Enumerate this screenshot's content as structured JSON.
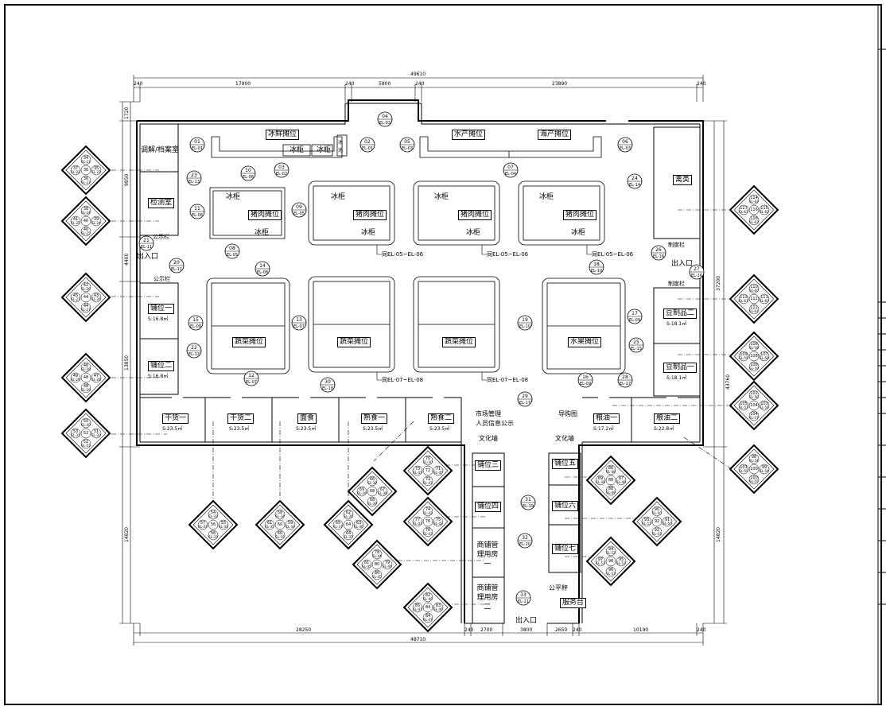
{
  "stalls": {
    "bingxian": "冰鲜摊位",
    "shuichan": "水产摊位",
    "haichan": "海产摊位",
    "zhurou": "猪肉摊位",
    "shucai": "蔬菜摊位",
    "shuiguo": "水果摊位",
    "tiaojie": "调解/档案室",
    "jiance": "检测室",
    "qinlei": "禽类",
    "puwei1": "铺位一",
    "puwei2": "铺位二",
    "puwei3": "铺位三",
    "puwei4": "铺位四",
    "puwei5": "铺位五",
    "puwei6": "铺位六",
    "puwei7": "铺位七",
    "douzhipin1": "豆制品二",
    "douzhipin2": "豆制品一",
    "ganhuo1": "干货一",
    "ganhuo2": "干货二",
    "mianshi": "面食",
    "shushi1": "熟食一",
    "shushi2": "熟食二",
    "liangyou1": "粮油一",
    "liangyou2": "粮油二",
    "shangpu1": "商铺管理用房一",
    "shangpu2": "商铺管理用房二",
    "fuwutai": "服务台",
    "gongpingcheng": "公平秤",
    "bingui": "冰柜",
    "bingchi": "冰池"
  },
  "areas": {
    "s168": "S:16.8㎡",
    "s181": "S:18.1㎡",
    "s235": "S:23.5㎡",
    "s172": "S:17.2㎡",
    "s228": "S:22.8㎡"
  },
  "labels": {
    "churukou": "出入口",
    "gongshilan": "公示栏",
    "zhidulan": "制度栏",
    "wenhuaqiang": "文化墙",
    "daogoutu": "导购图",
    "shichang1": "市场管理",
    "shichang2": "人员信息公示",
    "tongEL05": "同EL-05~EL-06",
    "tongEL07": "同EL-07~EL-08"
  },
  "dims": {
    "total_top": "49610",
    "d17900": "17900",
    "d5800": "5800",
    "d23890": "23890",
    "d240": "240",
    "d28250": "28250",
    "d48710": "48710",
    "d2700": "2700",
    "d3800": "3800",
    "d2650": "2650",
    "d10190": "10190",
    "d1720": "1720",
    "d9850": "9850",
    "d4400": "4400",
    "d13850": "13850",
    "d14820": "14820",
    "d37200": "37200",
    "d43760": "43760"
  },
  "markers": [
    {
      "n": "01",
      "r": "EL-01"
    },
    {
      "n": "02",
      "r": "EL-01"
    },
    {
      "n": "03",
      "r": "EL-02"
    },
    {
      "n": "04",
      "r": "EL-03"
    },
    {
      "n": "05",
      "r": "EL-03"
    },
    {
      "n": "06",
      "r": "EL-03"
    },
    {
      "n": "07",
      "r": "EL-04"
    },
    {
      "n": "08",
      "r": "EL-05"
    },
    {
      "n": "09",
      "r": "EL-05"
    },
    {
      "n": "10",
      "r": "EL-06"
    },
    {
      "n": "11",
      "r": "EL-06"
    },
    {
      "n": "12",
      "r": "EL-07"
    },
    {
      "n": "13",
      "r": "EL-07"
    },
    {
      "n": "14",
      "r": "EL-08"
    },
    {
      "n": "15",
      "r": "EL-08"
    },
    {
      "n": "16",
      "r": "EL-09"
    },
    {
      "n": "17",
      "r": "EL-09"
    },
    {
      "n": "18",
      "r": "EL-10"
    },
    {
      "n": "19",
      "r": "EL-10"
    },
    {
      "n": "20",
      "r": "EL-11"
    },
    {
      "n": "21",
      "r": "EL-11"
    },
    {
      "n": "22",
      "r": "EL-12"
    },
    {
      "n": "23",
      "r": "EL-13"
    },
    {
      "n": "24",
      "r": "EL-14"
    },
    {
      "n": "25",
      "r": "EL-15"
    },
    {
      "n": "26",
      "r": "EL-16"
    },
    {
      "n": "27",
      "r": "EL-16"
    },
    {
      "n": "28",
      "r": "EL-17"
    },
    {
      "n": "29",
      "r": "EL-17"
    },
    {
      "n": "30",
      "r": "EL-18"
    },
    {
      "n": "31",
      "r": "EL-19"
    },
    {
      "n": "32",
      "r": "EL-20"
    },
    {
      "n": "33",
      "r": "EL-21"
    }
  ],
  "diamonds": [
    {
      "t": "34",
      "l": "37",
      "c": "36",
      "rr": "35",
      "b": "36",
      "tr": "EL-21",
      "lr": "EL-22",
      "rl": "EL-22",
      "br": "EL-23"
    },
    {
      "t": "38",
      "l": "41",
      "c": "40",
      "rr": "39",
      "b": "40",
      "tr": "EL-24",
      "lr": "EL-25",
      "rl": "EL-24",
      "br": "EL-25"
    },
    {
      "t": "42",
      "l": "45",
      "c": "44",
      "rr": "43",
      "b": "44",
      "tr": "EL-26",
      "lr": "EL-27",
      "rl": "EL-26",
      "br": "EL-27"
    },
    {
      "t": "46",
      "l": "49",
      "c": "48",
      "rr": "47",
      "b": "48",
      "tr": "EL-28",
      "lr": "EL-29",
      "rl": "EL-28",
      "br": "EL-29"
    },
    {
      "t": "50",
      "l": "53",
      "c": "52",
      "rr": "51",
      "b": "52",
      "tr": "EL-30",
      "lr": "EL-31",
      "rl": "EL-30",
      "br": "EL-31"
    },
    {
      "t": "54",
      "l": "57",
      "c": "56",
      "rr": "55",
      "b": "56",
      "tr": "EL-32",
      "lr": "EL-33",
      "rl": "EL-32",
      "br": "EL-33"
    },
    {
      "t": "58",
      "l": "61",
      "c": "60",
      "rr": "59",
      "b": "60",
      "tr": "EL-34",
      "lr": "EL-35",
      "rl": "EL-34",
      "br": "EL-35"
    },
    {
      "t": "62",
      "l": "65",
      "c": "64",
      "rr": "63",
      "b": "64",
      "tr": "EL-36",
      "lr": "EL-37",
      "rl": "EL-36",
      "br": "EL-37"
    },
    {
      "t": "66",
      "l": "69",
      "c": "68",
      "rr": "67",
      "b": "68",
      "tr": "EL-38",
      "lr": "EL-39",
      "rl": "EL-38",
      "br": "EL-39"
    },
    {
      "t": "70",
      "l": "73",
      "c": "72",
      "rr": "71",
      "b": "72",
      "tr": "EL-40",
      "lr": "EL-41",
      "rl": "EL-40",
      "br": "EL-41"
    },
    {
      "t": "74",
      "l": "77",
      "c": "76",
      "rr": "75",
      "b": "76",
      "tr": "EL-42",
      "lr": "EL-43",
      "rl": "EL-42",
      "br": "EL-43"
    },
    {
      "t": "78",
      "l": "81",
      "c": "80",
      "rr": "79",
      "b": "80",
      "tr": "EL-44",
      "lr": "EL-45",
      "rl": "EL-44",
      "br": "EL-45"
    },
    {
      "t": "82",
      "l": "85",
      "c": "84",
      "rr": "83",
      "b": "84",
      "tr": "EL-46",
      "lr": "EL-47",
      "rl": "EL-46",
      "br": "EL-47"
    },
    {
      "t": "86",
      "l": "89",
      "c": "88",
      "rr": "87",
      "b": "88",
      "tr": "EL-48",
      "lr": "EL-49",
      "rl": "EL-48",
      "br": "EL-49"
    },
    {
      "t": "90",
      "l": "93",
      "c": "92",
      "rr": "91",
      "b": "92",
      "tr": "EL-50",
      "lr": "EL-51",
      "rl": "EL-50",
      "br": "EL-51"
    },
    {
      "t": "94",
      "l": "97",
      "c": "96",
      "rr": "95",
      "b": "96",
      "tr": "EL-52",
      "lr": "EL-53",
      "rl": "EL-52",
      "br": "EL-53"
    },
    {
      "t": "98",
      "l": "101",
      "c": "100",
      "rr": "99",
      "b": "100",
      "tr": "EL-54",
      "lr": "EL-55",
      "rl": "EL-54",
      "br": "EL-55"
    },
    {
      "t": "102",
      "l": "105",
      "c": "104",
      "rr": "103",
      "b": "104",
      "tr": "EL-56",
      "lr": "EL-57",
      "rl": "EL-56",
      "br": "EL-57"
    },
    {
      "t": "106",
      "l": "109",
      "c": "108",
      "rr": "107",
      "b": "108",
      "tr": "EL-58",
      "lr": "EL-59",
      "rl": "EL-58",
      "br": "EL-59"
    },
    {
      "t": "110",
      "l": "113",
      "c": "112",
      "rr": "111",
      "b": "112",
      "tr": "EL-60",
      "lr": "EL-61",
      "rl": "EL-60",
      "br": "EL-61"
    },
    {
      "t": "114",
      "l": "117",
      "c": "116",
      "rr": "115",
      "b": "116",
      "tr": "EL-62",
      "lr": "EL-63",
      "rl": "EL-62",
      "br": "EL-63"
    }
  ]
}
